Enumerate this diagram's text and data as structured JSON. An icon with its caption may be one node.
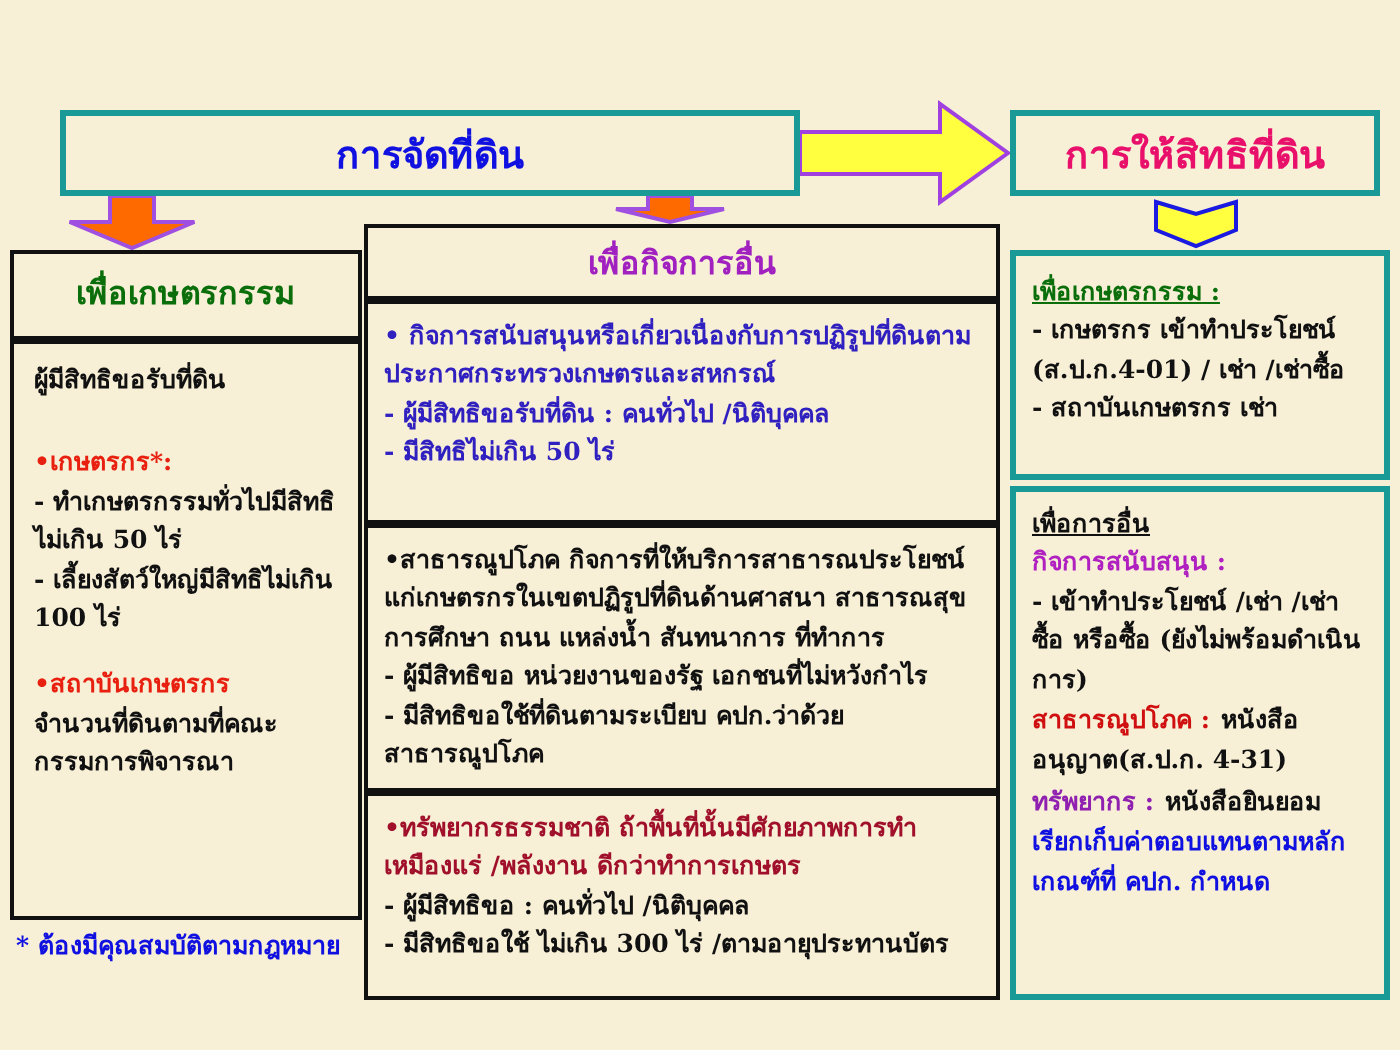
{
  "diagram": {
    "nodes": [
      {
        "text": [
          "การจัดที่ดิน"
        ]
      },
      {
        "text": [
          "การให้สิทธิที่ดิน"
        ]
      },
      {
        "text": [
          "เพื่อเกษตรกรรม"
        ]
      },
      {
        "text": [
          "ผู้มีสิทธิขอรับที่ดิน",
          "•เกษตรกร*:",
          "- ทำเกษตรกรรมทั่วไปมีสิทธิไม่เกิน 50 ไร่",
          "- เลี้ยงสัตว์ใหญ่มีสิทธิไม่เกิน 100 ไร่",
          "•สถาบันเกษตรกร",
          "จำนวนที่ดินตามที่คณะกรรมการพิจารณา"
        ]
      },
      {
        "text": [
          "เพื่อกิจการอื่น"
        ]
      },
      {
        "text": [
          "• กิจการสนับสนุนหรือเกี่ยวเนื่องกับการปฏิรูปที่ดินตามประกาศกระทรวงเกษตรและสหกรณ์",
          "- ผู้มีสิทธิขอรับที่ดิน : คนทั่วไป /นิติบุคคล",
          "- มีสิทธิไม่เกิน 50 ไร่"
        ]
      },
      {
        "text": [
          "•สาธารณูปโภค กิจการที่ให้บริการสาธารณประโยชน์แก่เกษตรกรในเขตปฏิรูปที่ดินด้านศาสนา สาธารณสุข การศึกษา ถนน แหล่งน้ำ สันทนาการ ที่ทำการ",
          "- ผู้มีสิทธิขอ หน่วยงานของรัฐ เอกชนที่ไม่หวังกำไร",
          "- มีสิทธิขอใช้ที่ดินตามระเบียบ คปก.ว่าด้วยสาธารณูปโภค"
        ]
      },
      {
        "text": [
          "•ทรัพยากรธรรมชาติ ถ้าพื้นที่นั้นมีศักยภาพการทำเหมืองแร่ /พลังงาน ดีกว่าทำการเกษตร",
          "- ผู้มีสิทธิขอ : คนทั่วไป /นิติบุคคล",
          "- มีสิทธิขอใช้ ไม่เกิน 300 ไร่ /ตามอายุประทานบัตร"
        ]
      },
      {
        "text": [
          "เพื่อเกษตรกรรม :",
          "- เกษตรกร เข้าทำประโยชน์ (ส.ป.ก.4-01) / เช่า /เช่าซื้อ",
          "- สถาบันเกษตรกร เช่า"
        ]
      },
      {
        "text": [
          "เพื่อการอื่น",
          "กิจการสนับสนุน :",
          "- เข้าทำประโยชน์ /เช่า /เช่าซื้อ หรือซื้อ (ยังไม่พร้อมดำเนินการ)",
          "สาธารณูปโภค :",
          "หนังสืออนุญาต(ส.ป.ก. 4-31)",
          "ทรัพยากร :",
          "หนังสือยินยอม",
          "เรียกเก็บค่าตอบแทนตามหลักเกณฑ์ที่ คปก. กำหนด"
        ]
      }
    ],
    "edges": [
      {
        "from": 0,
        "to": 1,
        "arrow": "to"
      },
      {
        "from": 0,
        "to": 2,
        "arrow": "to"
      },
      {
        "from": 0,
        "to": 4,
        "arrow": "to"
      },
      {
        "from": 1,
        "to": 8,
        "arrow": "to"
      }
    ],
    "labels": [
      "* ต้องมีคุณสมบัติตามกฎหมาย"
    ]
  }
}
